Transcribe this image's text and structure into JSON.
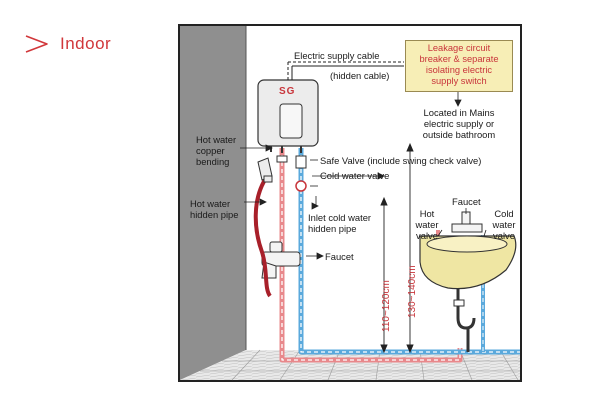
{
  "heading": {
    "text": "Indoor",
    "accent_color": "#d1373a"
  },
  "heater": {
    "brand_text": "SG"
  },
  "labels": {
    "electric_supply_cable": "Electric supply cable",
    "hidden_cable": "(hidden cable)",
    "breaker_lines": [
      "Leakage circuit",
      "breaker & separate",
      "isolating electric",
      "supply switch"
    ],
    "location_lines": [
      "Located in Mains",
      "electric supply or",
      "outside bathroom"
    ],
    "hot_copper_lines": [
      "Hot water",
      "copper",
      "bending"
    ],
    "safe_valve": "Safe Valve (include swing check valve)",
    "cold_water_valve": "Cold water valve",
    "hot_hidden_lines": [
      "Hot water",
      "hidden pipe"
    ],
    "inlet_cold_lines": [
      "Inlet cold water",
      "hidden pipe"
    ],
    "faucet_shower": "Faucet",
    "faucet_basin": "Faucet",
    "hot_water_valve_lines": [
      "Hot",
      "water",
      "valve"
    ],
    "cold_water_valve_lines": [
      "Cold",
      "water",
      "valve"
    ],
    "height_basin": "110~120cm",
    "height_heater": "130~140cm"
  },
  "colors": {
    "hot_pipe": "#e8888b",
    "cold_pipe": "#5aa9dc",
    "hose": "#a8202a",
    "wall": "#8f8f8f",
    "label_red": "#c8353b",
    "breaker_fill": "#f7eeb6",
    "basin": "#efe6a3"
  }
}
